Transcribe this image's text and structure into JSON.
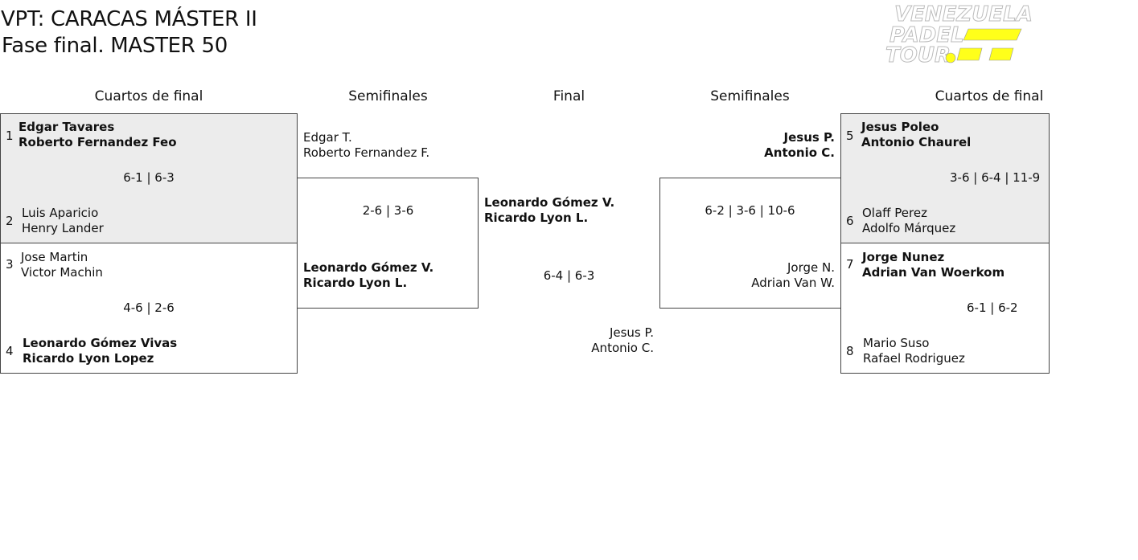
{
  "header": {
    "title": "VPT: CARACAS MÁSTER II",
    "subtitle": "Fase final. MASTER 50"
  },
  "logo": {
    "line1": "VENEZUELA",
    "line2": "PADEL",
    "line3": "TOUR",
    "accent_color": "#ffff1a"
  },
  "rounds": {
    "qf_left": "Cuartos de final",
    "sf_left": "Semifinales",
    "final": "Final",
    "sf_right": "Semifinales",
    "qf_right": "Cuartos de final"
  },
  "qf_left": [
    {
      "top": {
        "seed": "1",
        "p1": "Edgar Tavares",
        "p2": "Roberto Fernandez Feo"
      },
      "score": "6-1 | 6-3",
      "bottom": {
        "seed": "2",
        "p1": "Luis Aparicio",
        "p2": "Henry Lander"
      }
    },
    {
      "top": {
        "seed": "3",
        "p1": "Jose Martin",
        "p2": "Victor Machin"
      },
      "score": "4-6 | 2-6",
      "bottom": {
        "seed": "4",
        "p1": "Leonardo Gómez Vivas",
        "p2": "Ricardo Lyon Lopez"
      }
    }
  ],
  "sf_left": {
    "top": {
      "p1": "Edgar T.",
      "p2": "Roberto Fernandez F."
    },
    "score": "2-6 | 3-6",
    "bottom": {
      "p1": "Leonardo Gómez V.",
      "p2": "Ricardo Lyon L."
    }
  },
  "final": {
    "top": {
      "p1": "Leonardo Gómez V.",
      "p2": "Ricardo Lyon L."
    },
    "score": "6-4 | 6-3",
    "bottom": {
      "p1": "Jesus P.",
      "p2": "Antonio C."
    }
  },
  "sf_right": {
    "top": {
      "p1": "Jesus P.",
      "p2": "Antonio C."
    },
    "score": "6-2 | 3-6 | 10-6",
    "bottom": {
      "p1": "Jorge N.",
      "p2": "Adrian Van W."
    }
  },
  "qf_right": [
    {
      "top": {
        "seed": "5",
        "p1": "Jesus Poleo",
        "p2": "Antonio Chaurel"
      },
      "score": "3-6 | 6-4 | 11-9",
      "bottom": {
        "seed": "6",
        "p1": "Olaff Perez",
        "p2": "Adolfo Márquez"
      }
    },
    {
      "top": {
        "seed": "7",
        "p1": "Jorge Nunez",
        "p2": "Adrian Van Woerkom"
      },
      "score": "6-1 | 6-2",
      "bottom": {
        "seed": "8",
        "p1": "Mario Suso",
        "p2": "Rafael Rodriguez"
      }
    }
  ]
}
